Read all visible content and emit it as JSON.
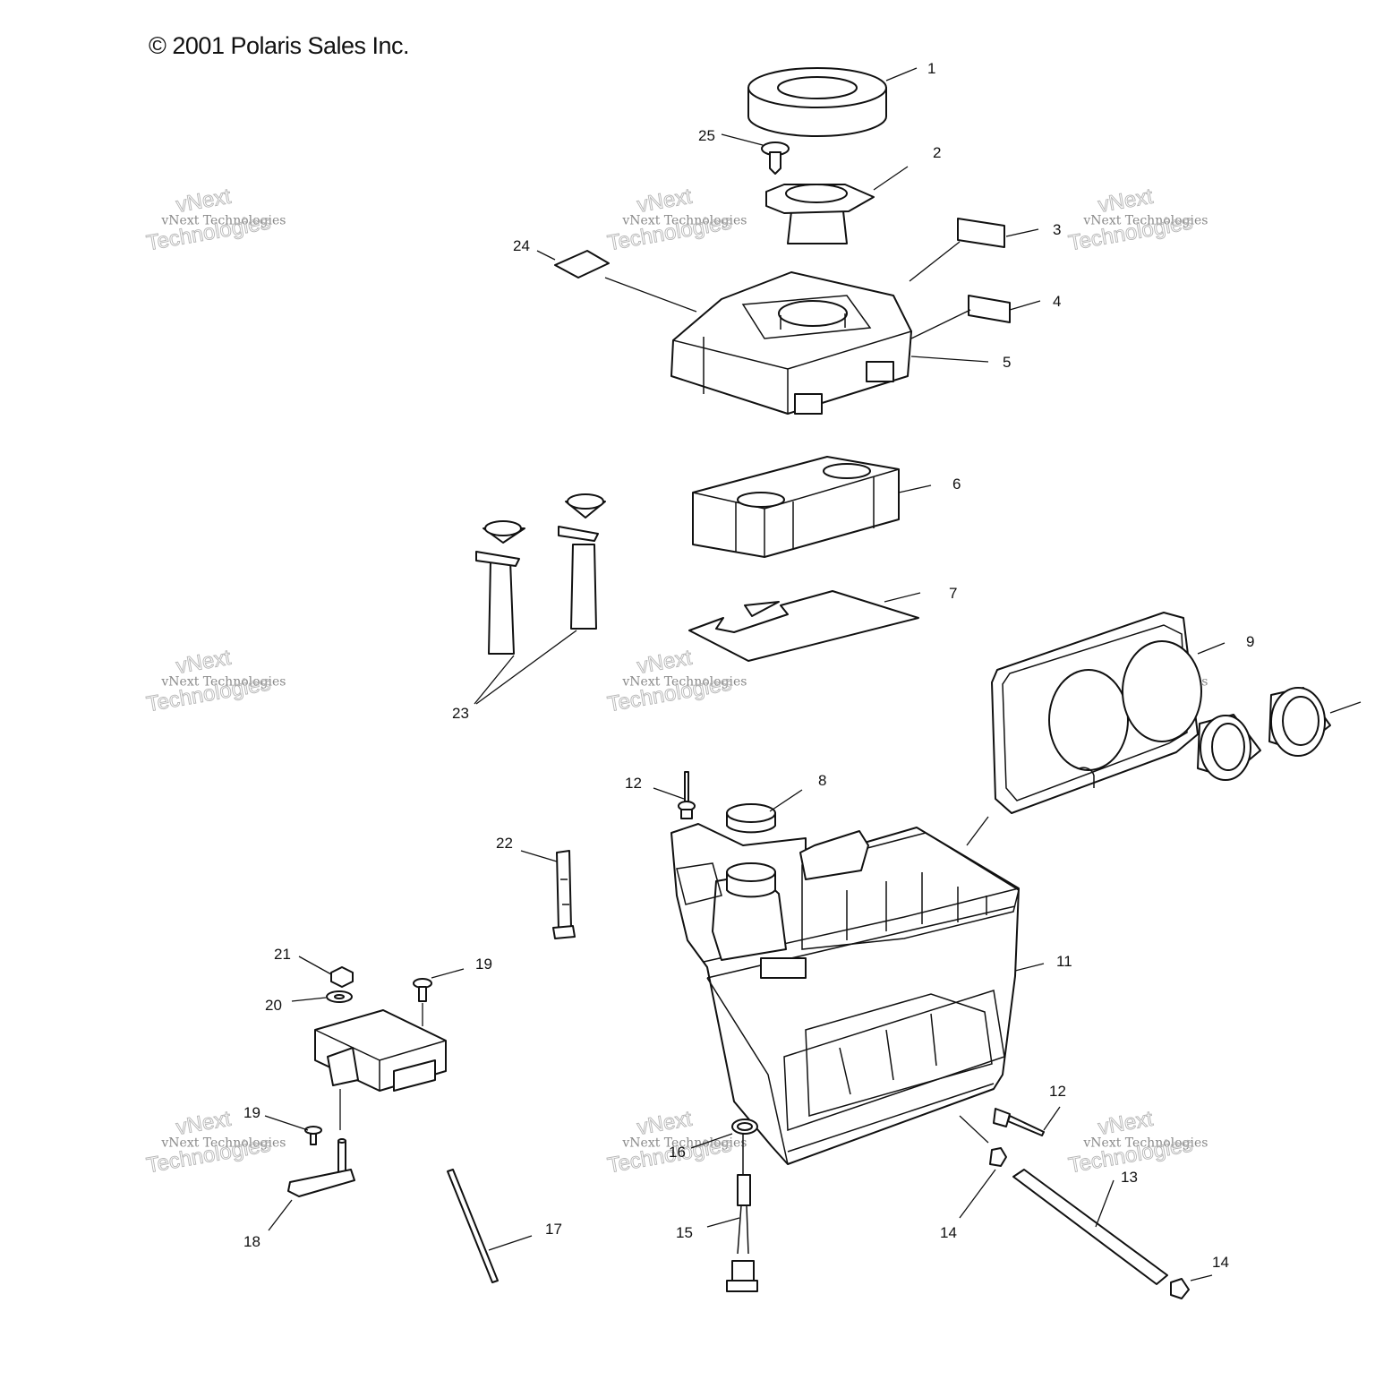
{
  "copyright": "© 2001 Polaris Sales Inc.",
  "watermark": {
    "line1": "vNext Technologies",
    "line2": "vNext",
    "line3": "Technologies"
  },
  "callouts": {
    "c1": "1",
    "c2": "2",
    "c3": "3",
    "c4": "4",
    "c5": "5",
    "c6": "6",
    "c7": "7",
    "c8": "8",
    "c9": "9",
    "c11": "11",
    "c12a": "12",
    "c12b": "12",
    "c13": "13",
    "c14a": "14",
    "c14b": "14",
    "c15": "15",
    "c16": "16",
    "c17": "17",
    "c18": "18",
    "c19a": "19",
    "c19b": "19",
    "c20": "20",
    "c21": "21",
    "c22": "22",
    "c23": "23",
    "c24": "24",
    "c25": "25"
  }
}
